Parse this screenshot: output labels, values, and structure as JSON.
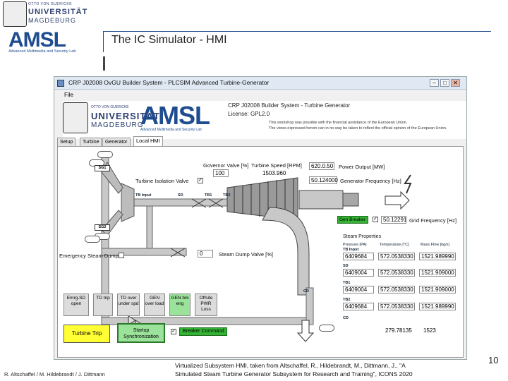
{
  "slide": {
    "title": "The IC Simulator - HMI",
    "ovgu_logo": {
      "line1": "OTTO VON GUERICKE",
      "line2": "UNIVERSITÄT",
      "line3": "MAGDEBURG"
    },
    "amsl_logo": {
      "big": "AMSL",
      "small": "Advanced Multimedia and Security Lab"
    },
    "footer_authors": "R. Altschaffel / M. Hildebrandt / J. Dittmann",
    "footer_caption_1": "Virtualized Subsystem HMI, taken from Altschaffel, R., Hildebrandt, M., Dittmann, J., \"A",
    "footer_caption_2": "Simulated Steam Turbine Generator Subsystem for Research and Training\", ICONS 2020",
    "page_number": "10"
  },
  "window": {
    "title": "CRP J02008 OvGU Builder System - PLCSIM Advanced Turbine-Generator",
    "menu": {
      "file": "File"
    },
    "controls": {
      "minimize": "–",
      "maximize": "□",
      "close": "✕"
    },
    "banner": {
      "ovgu": {
        "line1": "OTTO VON GUERICKE",
        "line2": "UNIVERSITÄT",
        "line3": "MAGDEBURG"
      },
      "amsl": {
        "big": "AMSL",
        "small": "Advanced Multimedia and Security Lab"
      },
      "crp": "CRP J02008 Builder System - Turbine Generator",
      "license": "License: GPL2.0",
      "funding1": "This workshop was possible with the financial assistance of the European Union.",
      "funding2": "The views expressed herein can in no way be taken to reflect the official opinion of the European Union."
    },
    "tabs": [
      "Setup",
      "Turbine",
      "Generator",
      "Local HMI"
    ],
    "hmi": {
      "governor_valve_label": "Governor Valve [%]",
      "governor_valve_value": "100",
      "turbine_speed_label": "Turbine Speed [RPM]",
      "turbine_speed_value": "1503.960",
      "power_output_value": "620.0.50",
      "power_output_label": "Power Output [MW]",
      "gen_freq_value": "50.124000",
      "gen_freq_label": "Generator Frequency [Hz]",
      "turbine_isolation_label": "Turbine Isolation Valve",
      "turbine_isolation_checked": "✓",
      "sg1": "SG1",
      "sg2": "SG2",
      "tb_input": "TB Input",
      "sd": "SD",
      "tb1": "TB1",
      "tb2": "TB2",
      "cd": "CD",
      "gen_breaker_label": "Gen Breaker",
      "gen_breaker_checked": "✓",
      "grid_freq_value": "50.12291",
      "grid_freq_label": "Grid Frequency [Hz]",
      "emergency_dump_label": "Emergency Steam Dump",
      "steam_dump_value": "0",
      "steam_dump_label": "Steam Dump Valve [%]",
      "steam_properties": {
        "title": "Steam Properties",
        "headers": [
          "Pressure [PA]",
          "Temperature [°C]",
          "Mass Flow [kg/s]"
        ],
        "rows": [
          {
            "name": "TB Input",
            "values": [
              "6409684",
              "572.0538330",
              "1521.989990"
            ]
          },
          {
            "name": "SD",
            "values": [
              "6409004",
              "572.0538330",
              "1521.909000"
            ]
          },
          {
            "name": "TB1",
            "values": [
              "6409004",
              "572.0538330",
              "1521.909000"
            ]
          },
          {
            "name": "TB2",
            "values": [
              "6409684",
              "572.0538330",
              "1521.989990"
            ]
          },
          {
            "name": "CD",
            "values": [
              "",
              "279.78135",
              "1523"
            ]
          }
        ]
      },
      "status_buttons": [
        {
          "text": "Emrg.SD open",
          "bg": "#dcdcdc"
        },
        {
          "text": "TD trip",
          "bg": "#dcdcdc"
        },
        {
          "text": "TD over under spd",
          "bg": "#dcdcdc"
        },
        {
          "text": "GEN over load",
          "bg": "#dcdcdc"
        },
        {
          "text": "GEN brk eng",
          "bg": "#9be29b"
        },
        {
          "text": "Offsite PWR Loss",
          "bg": "#dcdcdc"
        }
      ],
      "turbine_trip": "Turbine Trip",
      "startup_sync": "Startup Synchronization",
      "breaker_command": "Breaker Command",
      "breaker_command_checked": "✓"
    }
  },
  "colors": {
    "accent": "#1d4c8f",
    "trip_yellow": "#ffff33",
    "green_status": "#34b334",
    "green_active": "#9be29b"
  }
}
